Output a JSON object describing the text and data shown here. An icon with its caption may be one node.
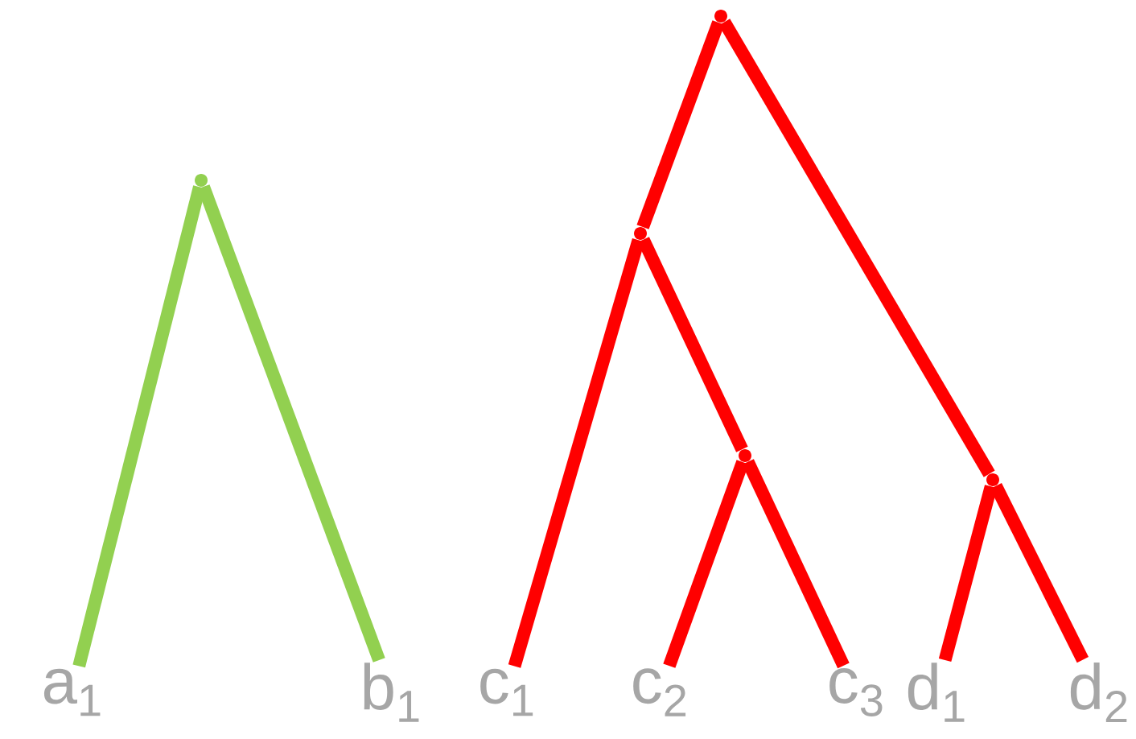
{
  "diagram": {
    "nodes": [
      {
        "text": [],
        "shape": "point"
      },
      {
        "text": [],
        "shape": "point"
      },
      {
        "text": [],
        "shape": "point"
      },
      {
        "text": [],
        "shape": "point"
      },
      {
        "text": [],
        "shape": "point"
      },
      {
        "text": [
          "a$_{1}$"
        ]
      },
      {
        "text": [
          "b$_{1}$"
        ]
      },
      {
        "text": [
          "c$_{1}$"
        ]
      },
      {
        "text": [
          "c$_{2}$"
        ]
      },
      {
        "text": [
          "c$_{3}$"
        ]
      },
      {
        "text": [
          "d$_{1}$"
        ]
      },
      {
        "text": [
          "d$_{2}$"
        ]
      }
    ],
    "edges": [
      {
        "from": 0,
        "to": 5,
        "arrow": "none",
        "color": "#92d050"
      },
      {
        "from": 0,
        "to": 6,
        "arrow": "none",
        "color": "#92d050"
      },
      {
        "from": 1,
        "to": 2,
        "arrow": "none"
      },
      {
        "from": 2,
        "to": 7,
        "arrow": "none"
      },
      {
        "from": 2,
        "to": 3,
        "arrow": "none"
      },
      {
        "from": 3,
        "to": 8,
        "arrow": "none"
      },
      {
        "from": 3,
        "to": 9,
        "arrow": "none"
      },
      {
        "from": 1,
        "to": 4,
        "arrow": "none"
      },
      {
        "from": 4,
        "to": 10,
        "arrow": "none"
      },
      {
        "from": 4,
        "to": 11,
        "arrow": "none"
      }
    ]
  }
}
